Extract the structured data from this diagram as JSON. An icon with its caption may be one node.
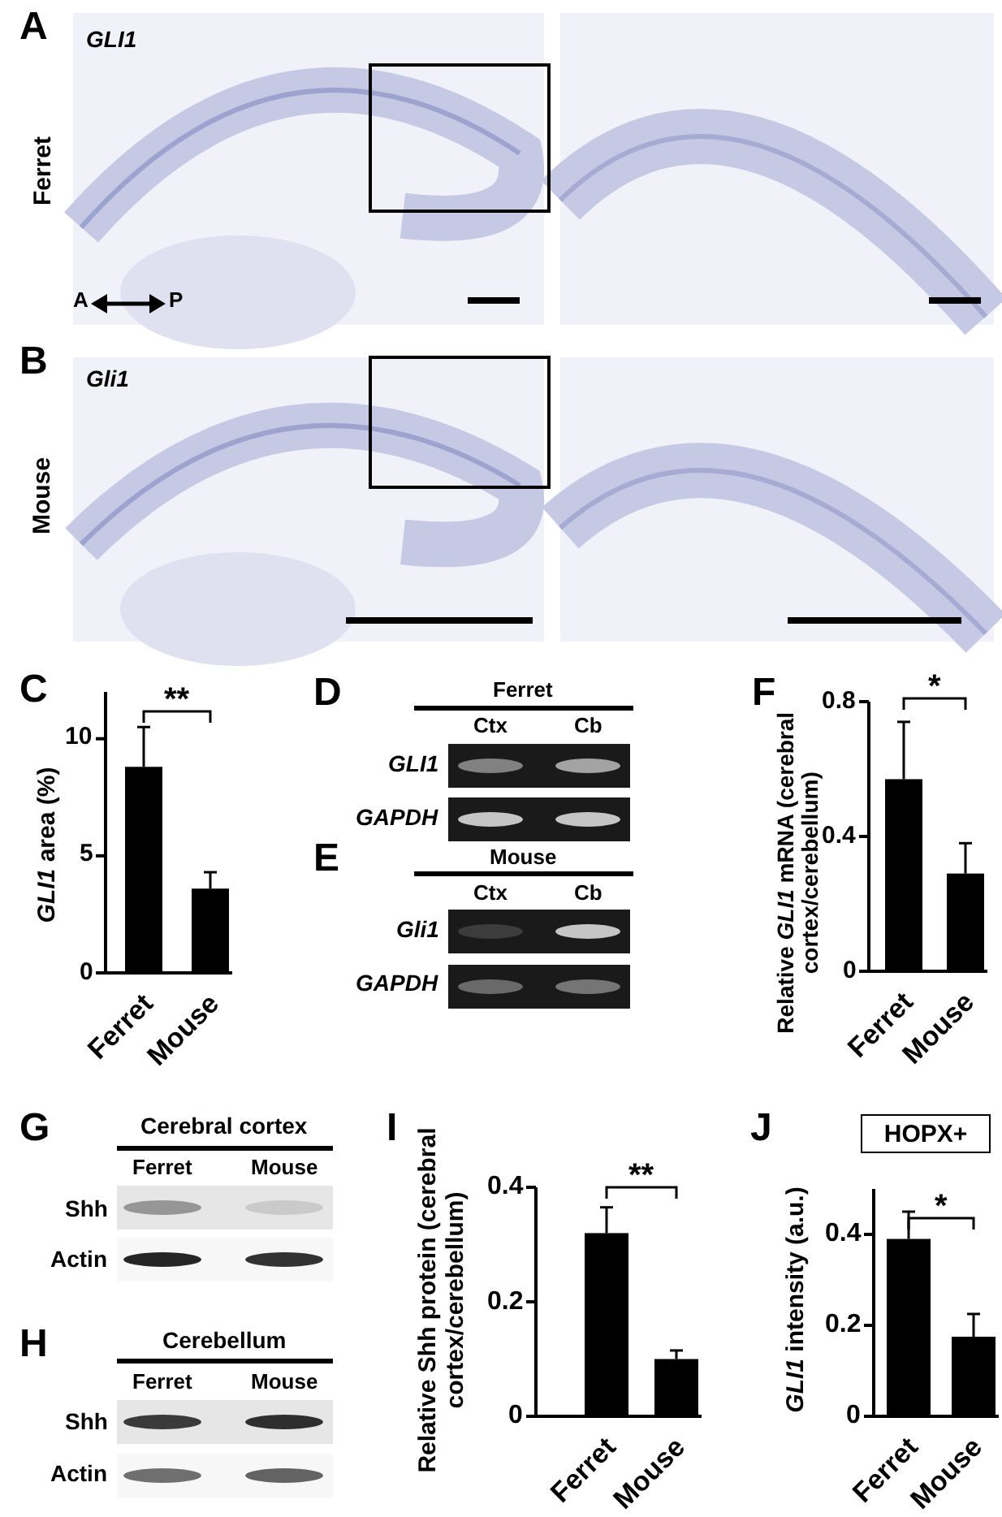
{
  "diagram": {
    "nodes": [
      {
        "text": [
          "HOPX+"
        ]
      }
    ],
    "labels": [
      "A",
      "GLI1",
      "Ferret",
      "A",
      "P",
      "B",
      "Gli1",
      "Mouse",
      "C",
      "D",
      "Ferret",
      "Ctx",
      "Cb",
      "GLI1",
      "GAPDH",
      "E",
      "Mouse",
      "Ctx",
      "Cb",
      "Gli1",
      "GAPDH",
      "F",
      "G",
      "Cerebral cortex",
      "Ferret",
      "Mouse",
      "Shh",
      "Actin",
      "H",
      "Cerebellum",
      "Ferret",
      "Mouse",
      "Shh",
      "Actin",
      "I",
      "J"
    ],
    "chart_data": [
      {
        "type": "bar",
        "ylabel": "*GLI1* area (%)",
        "categories": [
          "Ferret",
          "Mouse"
        ],
        "series": [
          {
            "color": "#000000",
            "values": [
              8.8,
              3.6
            ]
          }
        ],
        "ylim": [
          0,
          12
        ],
        "yticks": [
          0,
          5,
          10
        ],
        "annotations": [
          {
            "text": "**"
          }
        ]
      },
      {
        "type": "bar",
        "ylabel": "Relative *GLI1* mRNA (cerebral cortex/cerebellum)",
        "categories": [
          "Ferret",
          "Mouse"
        ],
        "series": [
          {
            "color": "#000000",
            "values": [
              0.57,
              0.29
            ]
          }
        ],
        "ylim": [
          0,
          0.8
        ],
        "yticks": [
          0,
          0.4,
          0.8
        ],
        "annotations": [
          {
            "text": "*"
          }
        ]
      },
      {
        "type": "bar",
        "ylabel": "Relative Shh protein (cerebral cortex/cerebellum)",
        "categories": [
          "Ferret",
          "Mouse"
        ],
        "series": [
          {
            "color": "#000000",
            "values": [
              0.32,
              0.1
            ]
          }
        ],
        "ylim": [
          0,
          0.4
        ],
        "yticks": [
          0,
          0.2,
          0.4
        ],
        "annotations": [
          {
            "text": "**"
          }
        ]
      },
      {
        "type": "bar",
        "ylabel": "*GLI1* intensity (a.u.)",
        "categories": [
          "Ferret",
          "Mouse"
        ],
        "series": [
          {
            "color": "#000000",
            "values": [
              0.39,
              0.175
            ]
          }
        ],
        "ylim": [
          0,
          0.5
        ],
        "yticks": [
          0,
          0.2,
          0.4
        ],
        "annotations": [
          {
            "text": "*"
          }
        ]
      }
    ]
  }
}
